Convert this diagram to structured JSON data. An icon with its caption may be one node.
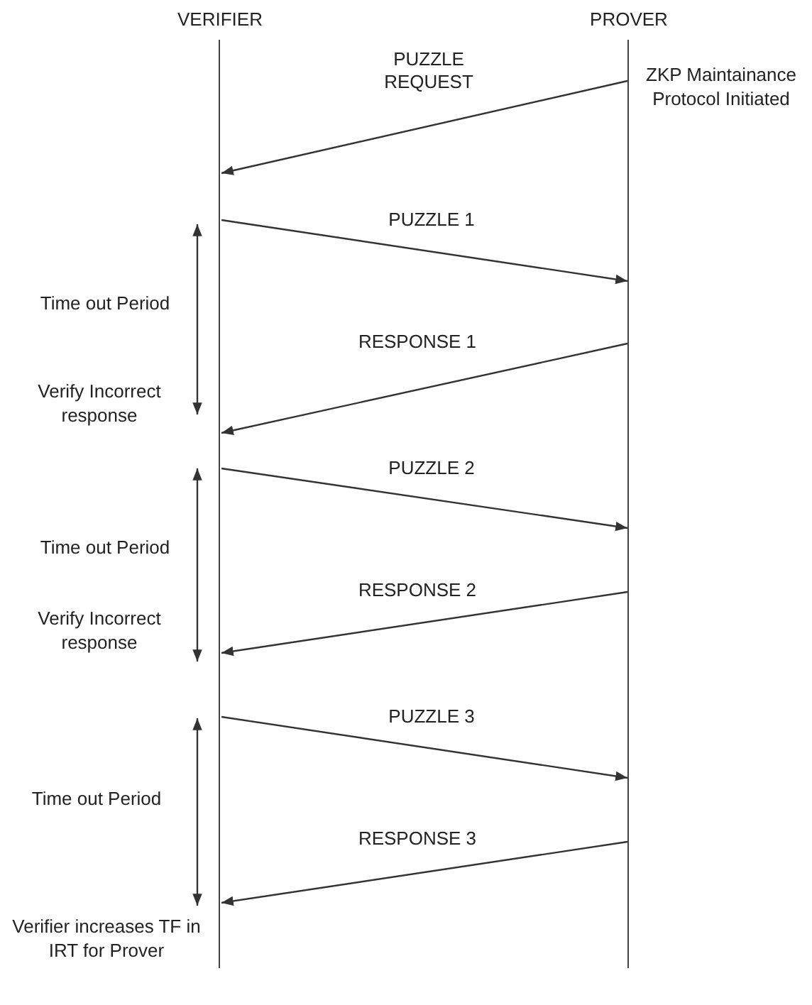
{
  "diagram": {
    "nodes": [
      {
        "text": [
          "VERIFIER"
        ]
      },
      {
        "text": [
          "PROVER"
        ]
      }
    ],
    "edges": [
      {
        "from": 1,
        "to": 0,
        "arrow": "to",
        "label": "PUZZLE REQUEST"
      },
      {
        "from": 0,
        "to": 1,
        "arrow": "to",
        "label": "PUZZLE 1"
      },
      {
        "from": 1,
        "to": 0,
        "arrow": "to",
        "label": "RESPONSE 1"
      },
      {
        "from": 0,
        "to": 1,
        "arrow": "to",
        "label": "PUZZLE 2"
      },
      {
        "from": 1,
        "to": 0,
        "arrow": "to",
        "label": "RESPONSE 2"
      },
      {
        "from": 0,
        "to": 1,
        "arrow": "to",
        "label": "PUZZLE 3"
      },
      {
        "from": 1,
        "to": 0,
        "arrow": "to",
        "label": "RESPONSE 3"
      }
    ],
    "labels": [
      "ZKP Maintainance Protocol Initiated",
      "Time out Period",
      "Verify Incorrect response",
      "Time out Period",
      "Verify Incorrect response",
      "Time out Period",
      "Verifier increases TF in IRT for Prover"
    ]
  }
}
